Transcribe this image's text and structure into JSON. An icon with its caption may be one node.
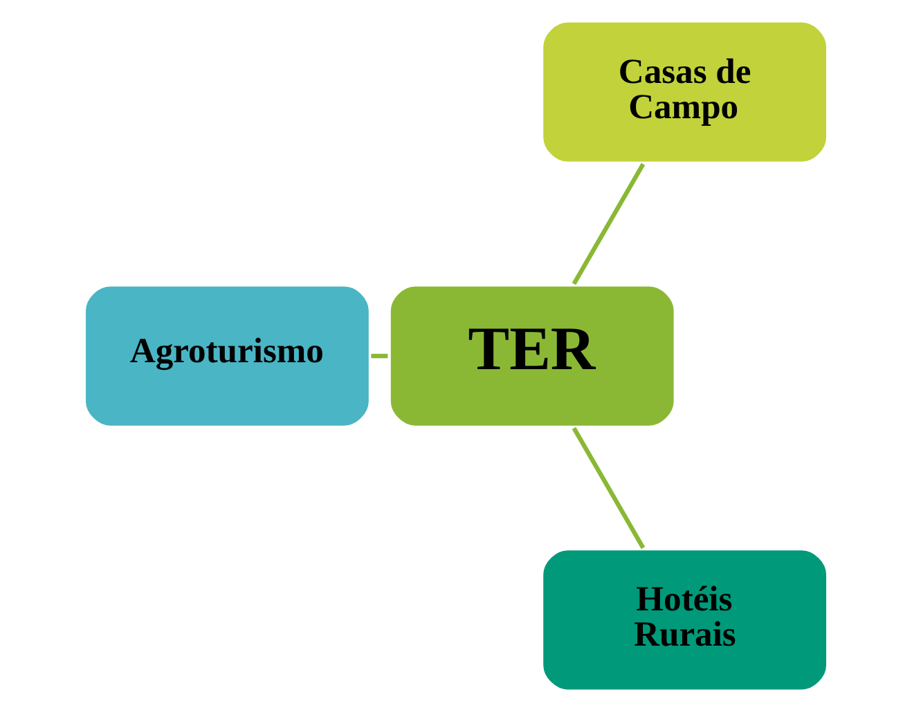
{
  "diagram": {
    "nodes": [
      {
        "text": [
          "Casas de Campo"
        ]
      },
      {
        "text": [
          "TER"
        ]
      },
      {
        "text": [
          "Agroturismo"
        ]
      },
      {
        "text": [
          "Hotéis Rurais"
        ]
      }
    ],
    "edges": [
      {
        "from": 1,
        "to": 0,
        "arrow": "none"
      },
      {
        "from": 1,
        "to": 2,
        "arrow": "none"
      },
      {
        "from": 1,
        "to": 3,
        "arrow": "none"
      }
    ]
  }
}
